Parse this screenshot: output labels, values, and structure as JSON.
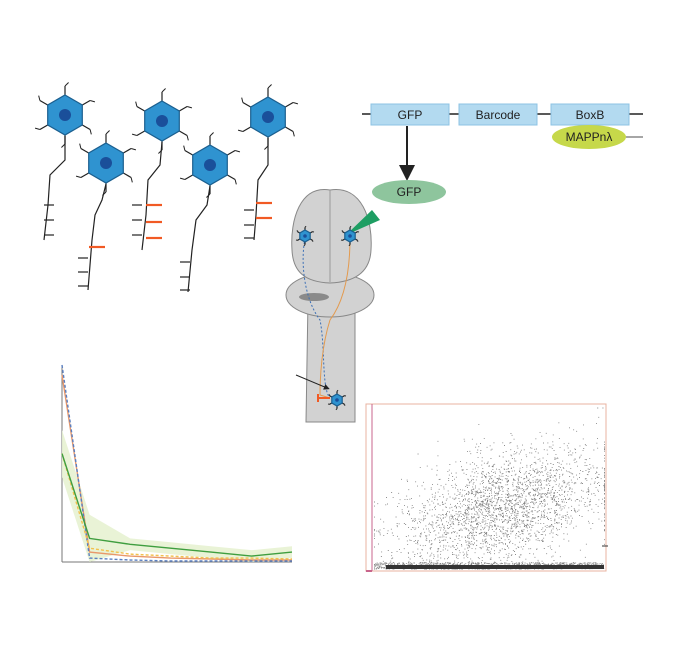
{
  "construct": {
    "segments": [
      "GFP",
      "Barcode",
      "BoxB"
    ],
    "protein_label": "MAPPnλ",
    "gfp_product": "GFP",
    "segment_color": "#b3daf0",
    "protein_color": "#c6d84a",
    "gfp_color": "#8ec59d"
  },
  "colors": {
    "neuron_body": "#2f93d0",
    "nucleus": "#1a4f9a",
    "axon_mark": "#f15a24",
    "brain": "#d2d2d2",
    "injection": "#1e9e63"
  },
  "neurons": [
    {
      "id": "neuron-1",
      "marks": 0
    },
    {
      "id": "neuron-2",
      "marks": 1
    },
    {
      "id": "neuron-3",
      "marks": 3
    },
    {
      "id": "neuron-4",
      "marks": 0
    },
    {
      "id": "neuron-5",
      "marks": 2
    }
  ],
  "chart_data": [
    {
      "type": "line",
      "series": [
        {
          "color": "#e8986a",
          "style": "solid",
          "values": [
            0.95,
            0.05,
            0.03,
            0.02,
            0.015,
            0.01,
            0.01
          ]
        },
        {
          "color": "#5a7fc0",
          "style": "dashed",
          "values": [
            1.0,
            0.02,
            0.01,
            0.005,
            0.005,
            0.005,
            0.005
          ]
        },
        {
          "color": "#f2c14e",
          "style": "dashed",
          "values": [
            0.55,
            0.07,
            0.04,
            0.03,
            0.02,
            0.02,
            0.015
          ]
        },
        {
          "color": "#3f9e3f",
          "style": "solid",
          "values": [
            0.55,
            0.12,
            0.09,
            0.07,
            0.05,
            0.03,
            0.05
          ]
        }
      ],
      "band_color": "#e7f2d2",
      "grid": false
    },
    {
      "type": "scatter",
      "description_points": 4000,
      "axis_color": "#c8648c",
      "frame_color": "#e8b3a0",
      "point_color": "#555555"
    }
  ]
}
